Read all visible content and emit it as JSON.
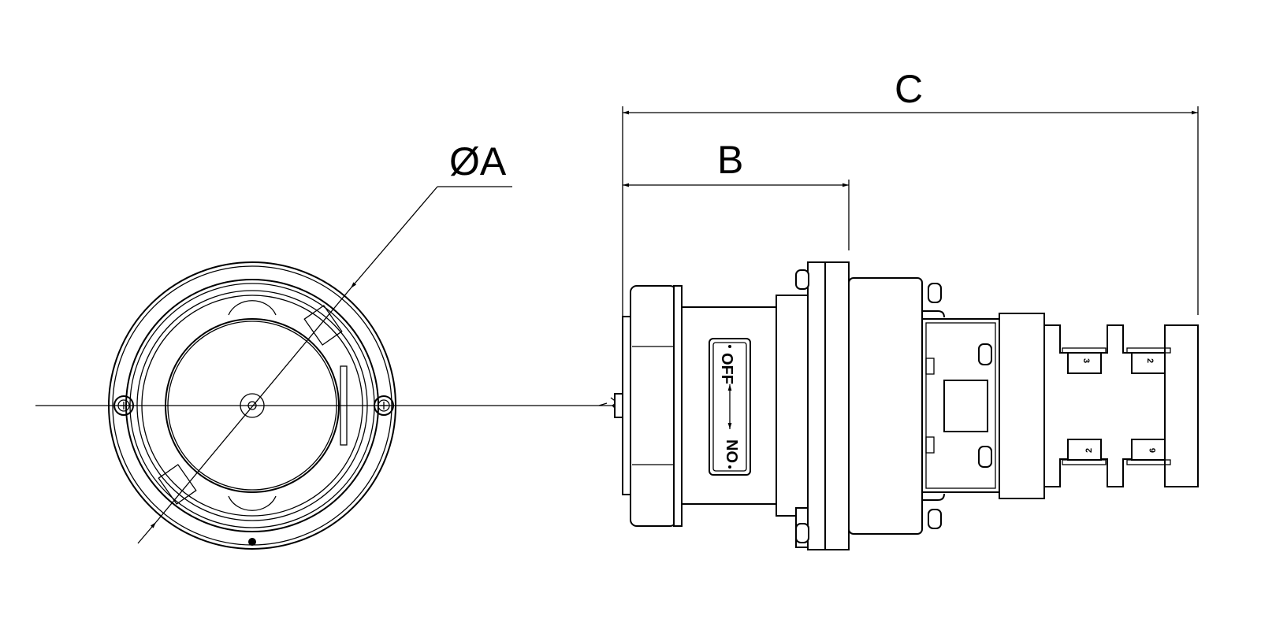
{
  "dimensions": {
    "diameter_label": "ØA",
    "b_label": "B",
    "c_label": "C"
  },
  "switch_label": {
    "off": "OFF",
    "on": "ON"
  },
  "terminals": {
    "top": [
      "3",
      "2"
    ],
    "bottom": [
      "2",
      "6"
    ]
  }
}
